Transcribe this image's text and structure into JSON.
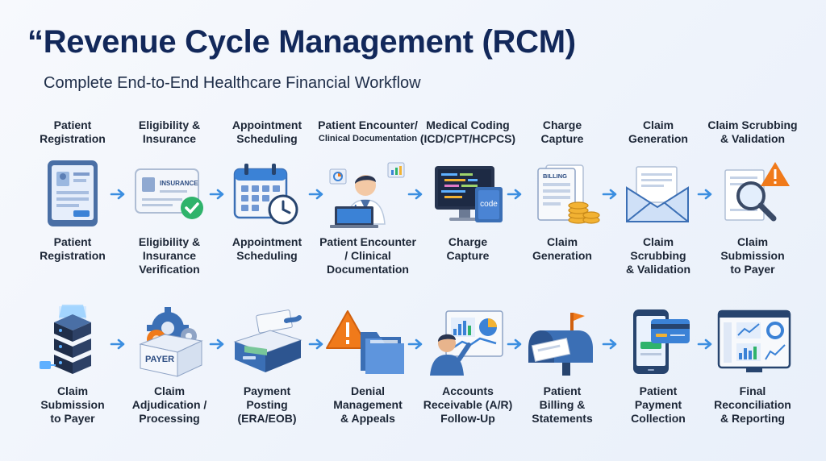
{
  "title": "“Revenue Cycle Management (RCM)",
  "subtitle": "Complete End-to-End Healthcare Financial Workflow",
  "top_labels": [
    "Patient\nRegistration",
    "Eligibility &\nInsurance",
    "Appointment\nScheduling",
    "Patient Encounter/",
    "Medical Coding\n(ICD/CPT/HCPCS)",
    "Charge\nCapture",
    "Claim\nGeneration",
    "Claim Scrubbing\n& Validation"
  ],
  "top_label_sub": "Clinical Documentation",
  "row1_labels": [
    "Patient\nRegistration",
    "Eligibility &\nInsurance\nVerification",
    "Appointment\nScheduling",
    "Patient Encounter\n/ Clinical\nDocumentation",
    "Charge\nCapture",
    "Claim\nGeneration",
    "Claim\nScrubbing\n& Validation",
    "Claim\nSubmission\nto Payer"
  ],
  "row2_labels": [
    "Claim\nSubmission\nto Payer",
    "Claim\nAdjudication /\nProcessing",
    "Payment\nPosting\n(ERA/EOB)",
    "Denial\nManagement\n& Appeals",
    "Accounts\nReceivable (A/R)\nFollow-Up",
    "Patient\nBilling &\nStatements",
    "Patient\nPayment\nCollection",
    "Final\nReconciliation\n& Reporting"
  ],
  "icon_texts": {
    "insurance": "INSURANCE",
    "billing": "BILLING",
    "code": "code",
    "payer": "PAYER"
  },
  "icons_row1": [
    "tablet-form-icon",
    "insurance-card-icon",
    "calendar-clock-icon",
    "doctor-laptop-icon",
    "code-monitor-icon",
    "billing-coins-icon",
    "envelope-icon",
    "magnifier-warning-icon"
  ],
  "icons_row2": [
    "server-stack-icon",
    "payer-gears-icon",
    "payment-drawer-icon",
    "warning-folders-icon",
    "analyst-dashboard-icon",
    "mailbox-icon",
    "phone-card-icon",
    "reports-dashboard-icon"
  ],
  "colors": {
    "title": "#12285a",
    "accent": "#3b82d6",
    "arrow": "#3b8ee0",
    "warning": "#f07a1a",
    "success": "#2fb36b",
    "coin": "#f2b233"
  }
}
